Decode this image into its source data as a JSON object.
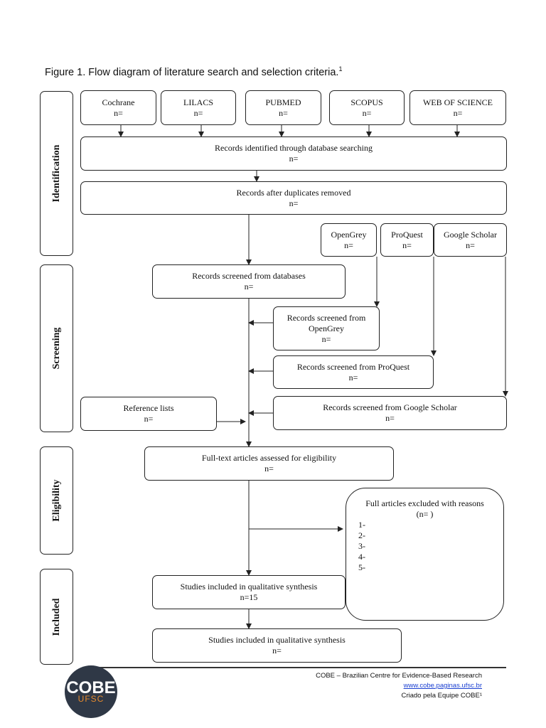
{
  "title": {
    "text": "Figure 1.  Flow diagram of literature search and selection criteria.",
    "sup": "1"
  },
  "stages": {
    "identification": "Identification",
    "screening": "Screening",
    "eligibility": "Eligibility",
    "included": "Included"
  },
  "databases": [
    {
      "name": "Cochrane",
      "n": "n="
    },
    {
      "name": "LILACS",
      "n": "n="
    },
    {
      "name": "PUBMED",
      "n": "n="
    },
    {
      "name": "SCOPUS",
      "n": "n="
    },
    {
      "name": "WEB OF SCIENCE",
      "n": "n="
    }
  ],
  "records_identified": {
    "label": "Records identified through database searching",
    "n": "n="
  },
  "records_deduplicated": {
    "label": "Records after duplicates removed",
    "n": "n="
  },
  "grey_sources": [
    {
      "name": "OpenGrey",
      "n": "n="
    },
    {
      "name": "ProQuest",
      "n": "n="
    },
    {
      "name": "Google Scholar",
      "n": "n="
    }
  ],
  "screened_databases": {
    "label": "Records screened from databases",
    "n": "n="
  },
  "screened_opengrey": {
    "line1": "Records screened from",
    "line2": "OpenGrey",
    "n": "n="
  },
  "screened_proquest": {
    "label": "Records screened from ProQuest",
    "n": "n="
  },
  "reference_lists": {
    "label": "Reference lists",
    "n": "n="
  },
  "screened_google": {
    "label": "Records screened from Google Scholar",
    "n": "n="
  },
  "fulltext": {
    "label": "Full-text articles assessed for eligibility",
    "n": "n="
  },
  "excluded": {
    "label": "Full articles excluded with reasons",
    "n": "(n= )",
    "items": [
      "1-",
      "2-",
      "3-",
      "4-",
      "5-"
    ]
  },
  "included_1": {
    "label": "Studies included in qualitative synthesis",
    "n": "n=15"
  },
  "included_2": {
    "label": "Studies included in qualitative synthesis",
    "n": "n="
  },
  "footer": {
    "org": "COBE – Brazilian Centre for Evidence-Based Research",
    "url": "www.cobe.paginas.ufsc.br",
    "credit": "Criado pela Equipe COBE¹",
    "logo_text": "COBE",
    "logo_sub": "UFSC"
  },
  "colors": {
    "line": "#222222",
    "logo_bg": "#2f3846",
    "logo_accent": "#e58a2e",
    "link": "#1a3fd1"
  }
}
